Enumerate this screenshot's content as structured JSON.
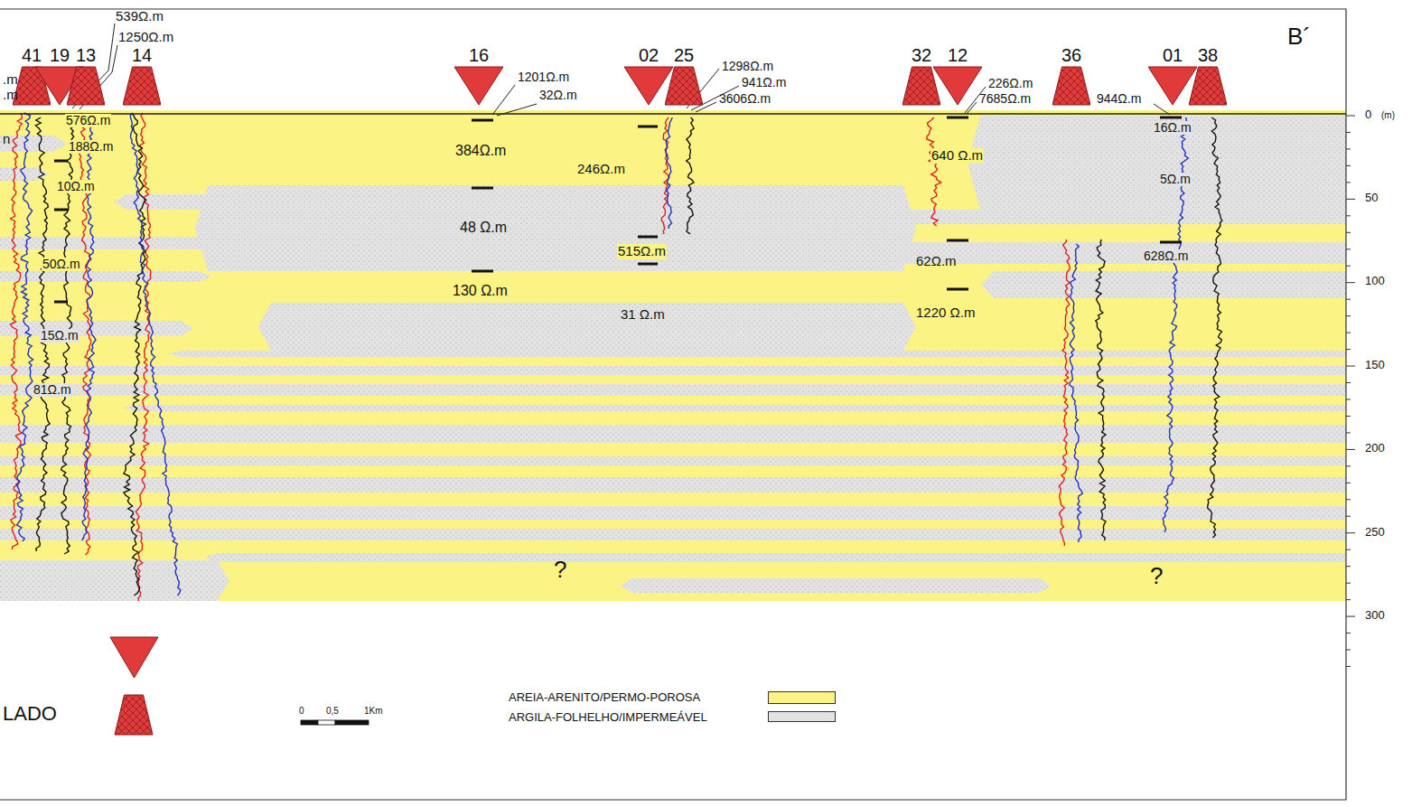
{
  "diagram": {
    "nodes": [
      {
        "text": [
          "41"
        ]
      },
      {
        "text": [
          "19"
        ]
      },
      {
        "text": [
          "13"
        ]
      },
      {
        "text": [
          "14"
        ]
      },
      {
        "text": [
          "16"
        ]
      },
      {
        "text": [
          "02"
        ]
      },
      {
        "text": [
          "25"
        ]
      },
      {
        "text": [
          "32"
        ]
      },
      {
        "text": [
          "12"
        ]
      },
      {
        "text": [
          "36"
        ]
      },
      {
        "text": [
          "01"
        ]
      },
      {
        "text": [
          "38"
        ]
      }
    ],
    "labels": [
      "539Ω.m",
      "1250Ω.m",
      ".m",
      ".m",
      "576Ω.m",
      "n",
      "188Ω.m",
      "10Ω.m",
      "50Ω.m",
      "15Ω.m",
      "81Ω.m",
      "1201Ω.m",
      "32Ω.m",
      "384Ω.m",
      "48 Ω.m",
      "130 Ω.m",
      "246Ω.m",
      "515Ω.m",
      "31 Ω.m",
      "1298Ω.m",
      "941Ω.m",
      "3606Ω.m",
      "640 Ω.m",
      "62Ω.m",
      "1220 Ω.m",
      "226Ω.m",
      "7685Ω.m",
      "944Ω.m",
      "16Ω.m",
      "5Ω.m",
      "628Ω.m",
      "?",
      "?",
      "B´",
      "0",
      "(m)",
      "50",
      "100",
      "150",
      "200",
      "250",
      "300",
      "0",
      "0,5",
      "1Km"
    ],
    "legend": [
      {
        "text": "LADO"
      },
      {
        "text": "AREIA-ARENITO/PERMO-POROSA",
        "color": "#fbf383"
      },
      {
        "text": "ARGILA-FOLHELHO/IMPERMEÁVEL",
        "color": "#e3e3e3"
      }
    ]
  }
}
